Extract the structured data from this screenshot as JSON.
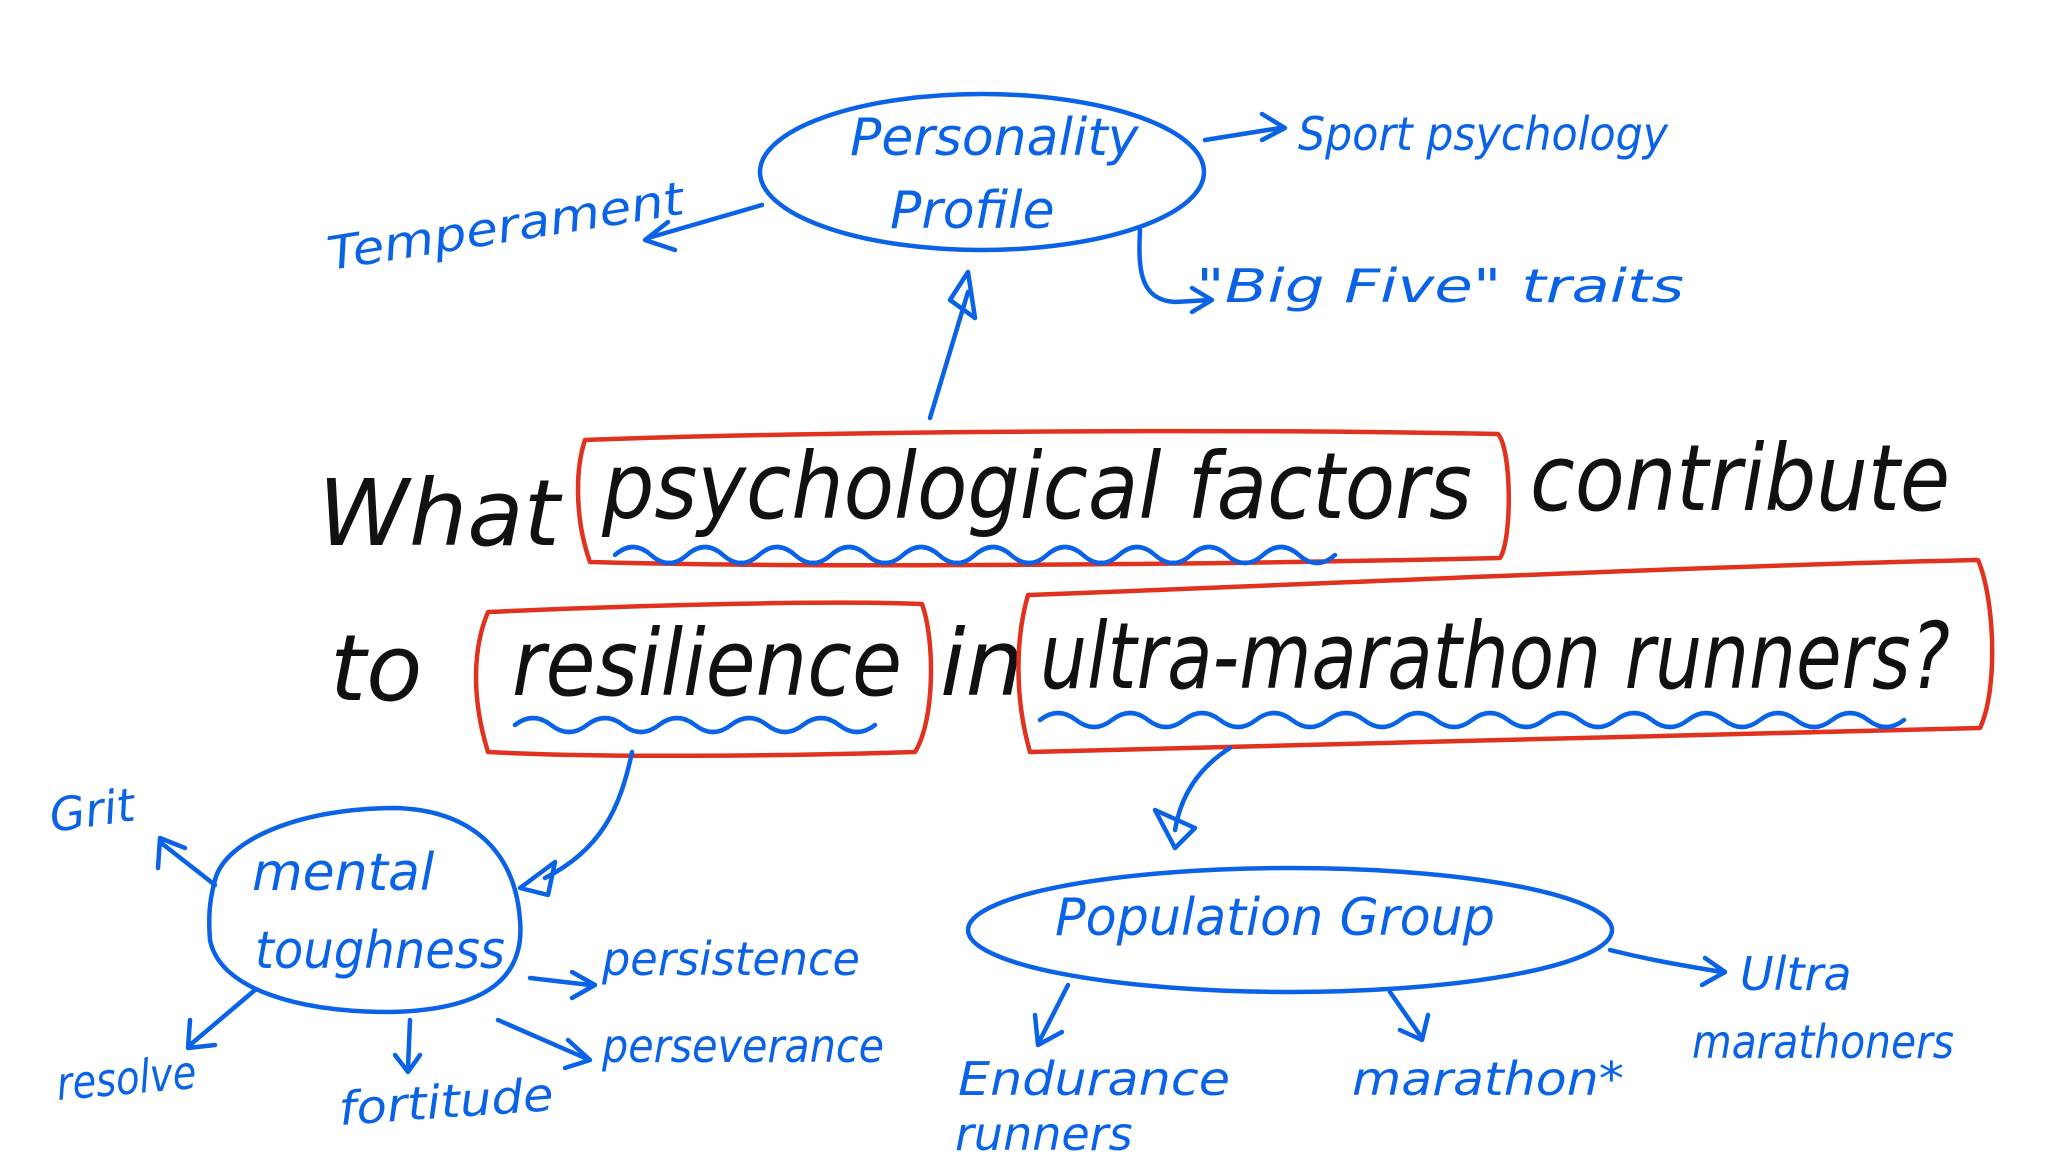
{
  "question": {
    "line1": {
      "word1": "What",
      "word2": "psychological factors",
      "word3": "contribute"
    },
    "line2": {
      "word1": "to",
      "word2": "resilience",
      "word3": "in",
      "word4": "ultra-marathon runners?"
    }
  },
  "nodes": {
    "personality": {
      "line1": "Personality",
      "line2": "Profile"
    },
    "mental": {
      "line1": "mental",
      "line2": "toughness"
    },
    "population": {
      "label": "Population Group"
    }
  },
  "leaves": {
    "temperament": "Temperament",
    "sport_psychology": "Sport psychology",
    "big_five": "\"Big Five\" traits",
    "grit": "Grit",
    "persistence": "persistence",
    "perseverance": "perseverance",
    "resolve": "resolve",
    "fortitude": "fortitude",
    "endurance_line1": "Endurance",
    "endurance_line2": "runners",
    "marathon": "marathon*",
    "ultra_line1": "Ultra",
    "ultra_line2": "marathoners"
  },
  "colors": {
    "black_ink": "#111111",
    "blue_ink": "#0a63e6",
    "red_ink": "#e0321f"
  }
}
